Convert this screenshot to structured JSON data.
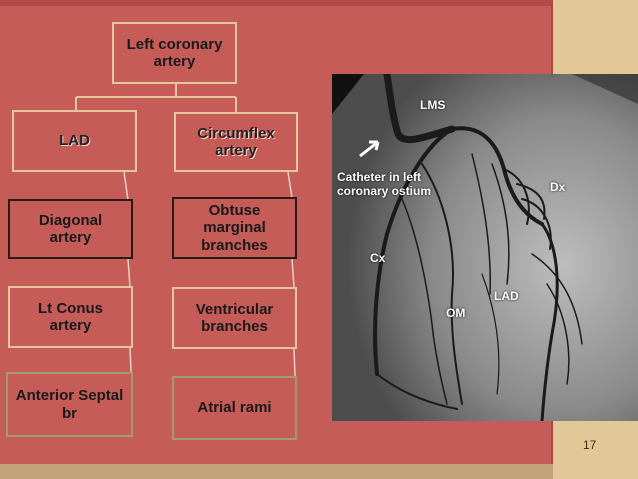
{
  "flowchart": {
    "root": "Left coronary\nartery",
    "lad": "LAD",
    "circumflex": "Circumflex\nartery",
    "lad_branches": [
      "Diagonal\nartery",
      "Lt Conus\nartery",
      "Anterior Septal\nbr"
    ],
    "cx_branches": [
      "Obtuse\nmarginal\nbranches",
      "Ventricular\nbranches",
      "Atrial rami"
    ]
  },
  "angiogram": {
    "labels": {
      "lms": "LMS",
      "catheter": "Catheter in left\ncoronary ostium",
      "dx": "Dx",
      "cx": "Cx",
      "lad": "LAD",
      "om": "OM"
    }
  },
  "page_number": "17",
  "colors": {
    "background": "#c55c58",
    "box_border_light": "#e3c79a",
    "box_border_dark": "#2b1a1a",
    "decor": "#efe1bf"
  }
}
